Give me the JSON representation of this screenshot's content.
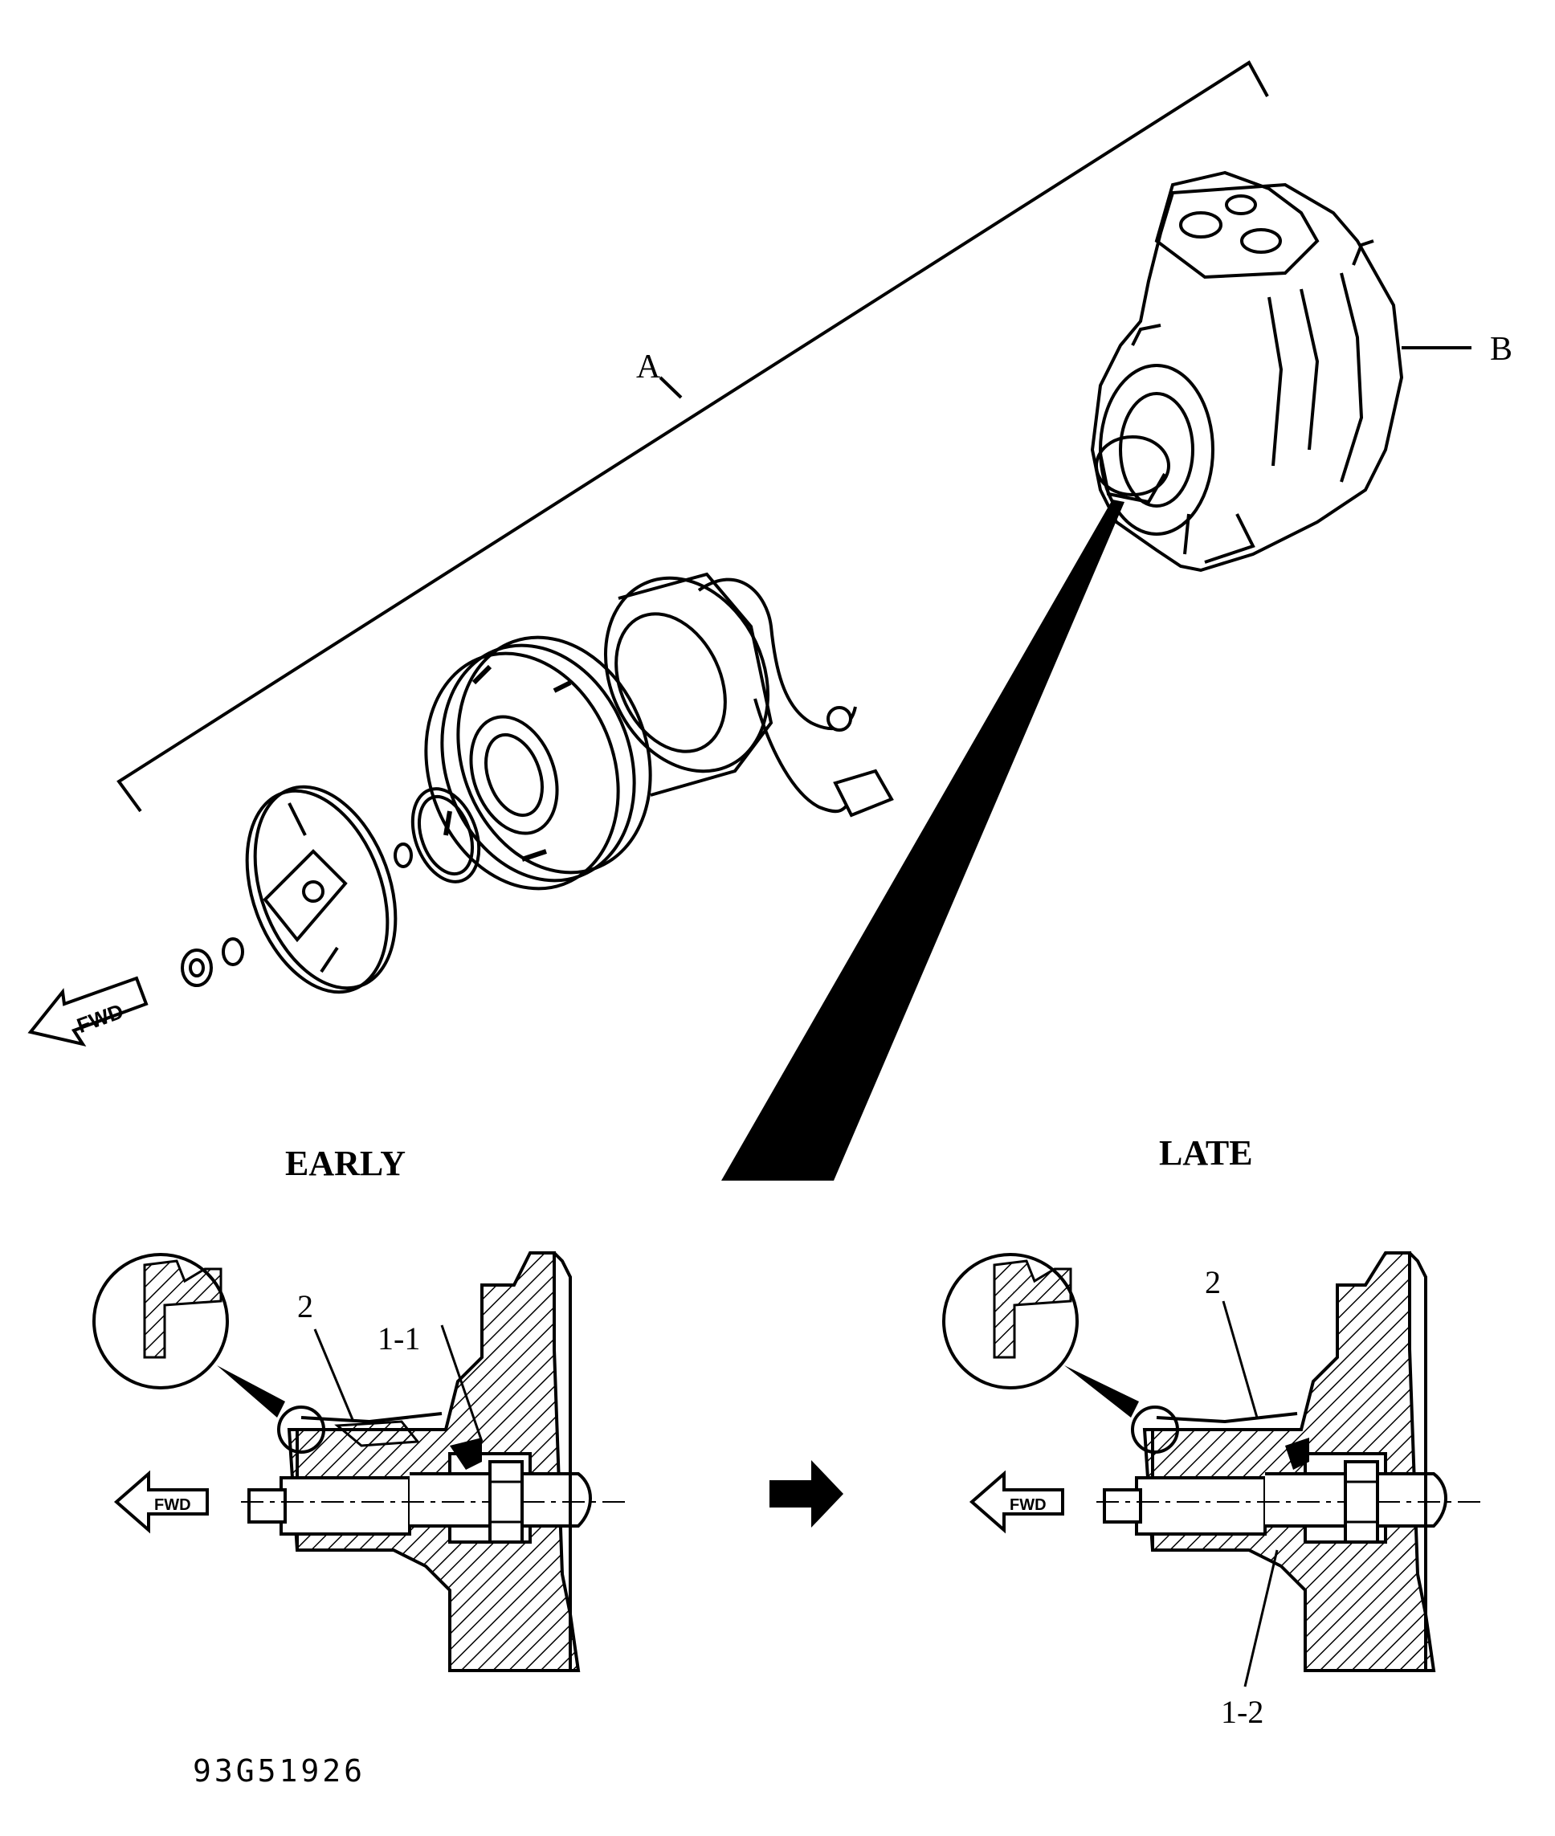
{
  "labels": {
    "assembly_a": "A",
    "compressor_b": "B",
    "early": "EARLY",
    "late": "LATE",
    "early_part_2": "2",
    "early_part_1_1": "1-1",
    "late_part_2": "2",
    "late_part_1_2": "1-2",
    "fwd_top": "FWD",
    "fwd_early": "FWD",
    "fwd_late": "FWD",
    "figure_id": "93G51926"
  },
  "colors": {
    "ink": "#000000",
    "paper": "#ffffff"
  }
}
